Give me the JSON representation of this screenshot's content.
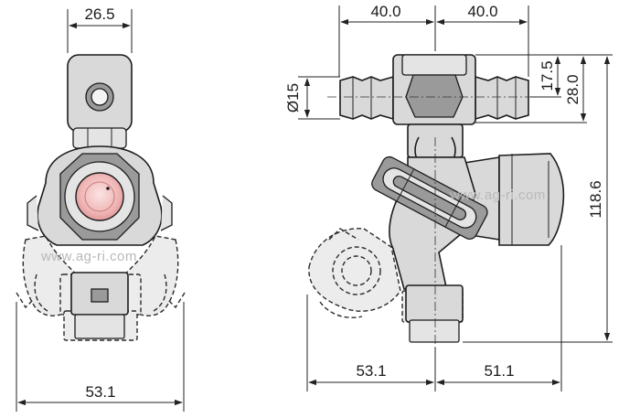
{
  "dimensions": {
    "front_top_width": "26.5",
    "front_bottom_width": "53.1",
    "side_left_span": "40.0",
    "side_right_span": "40.0",
    "hose_diameter": "Ø15",
    "height_to_axis": "17.5",
    "height_to_base": "28.0",
    "total_height": "118.6",
    "side_bottom_left": "53.1",
    "side_bottom_right": "51.1"
  },
  "watermark": {
    "front": "www.ag-ri.com",
    "side": "www.ag-ri.com"
  }
}
